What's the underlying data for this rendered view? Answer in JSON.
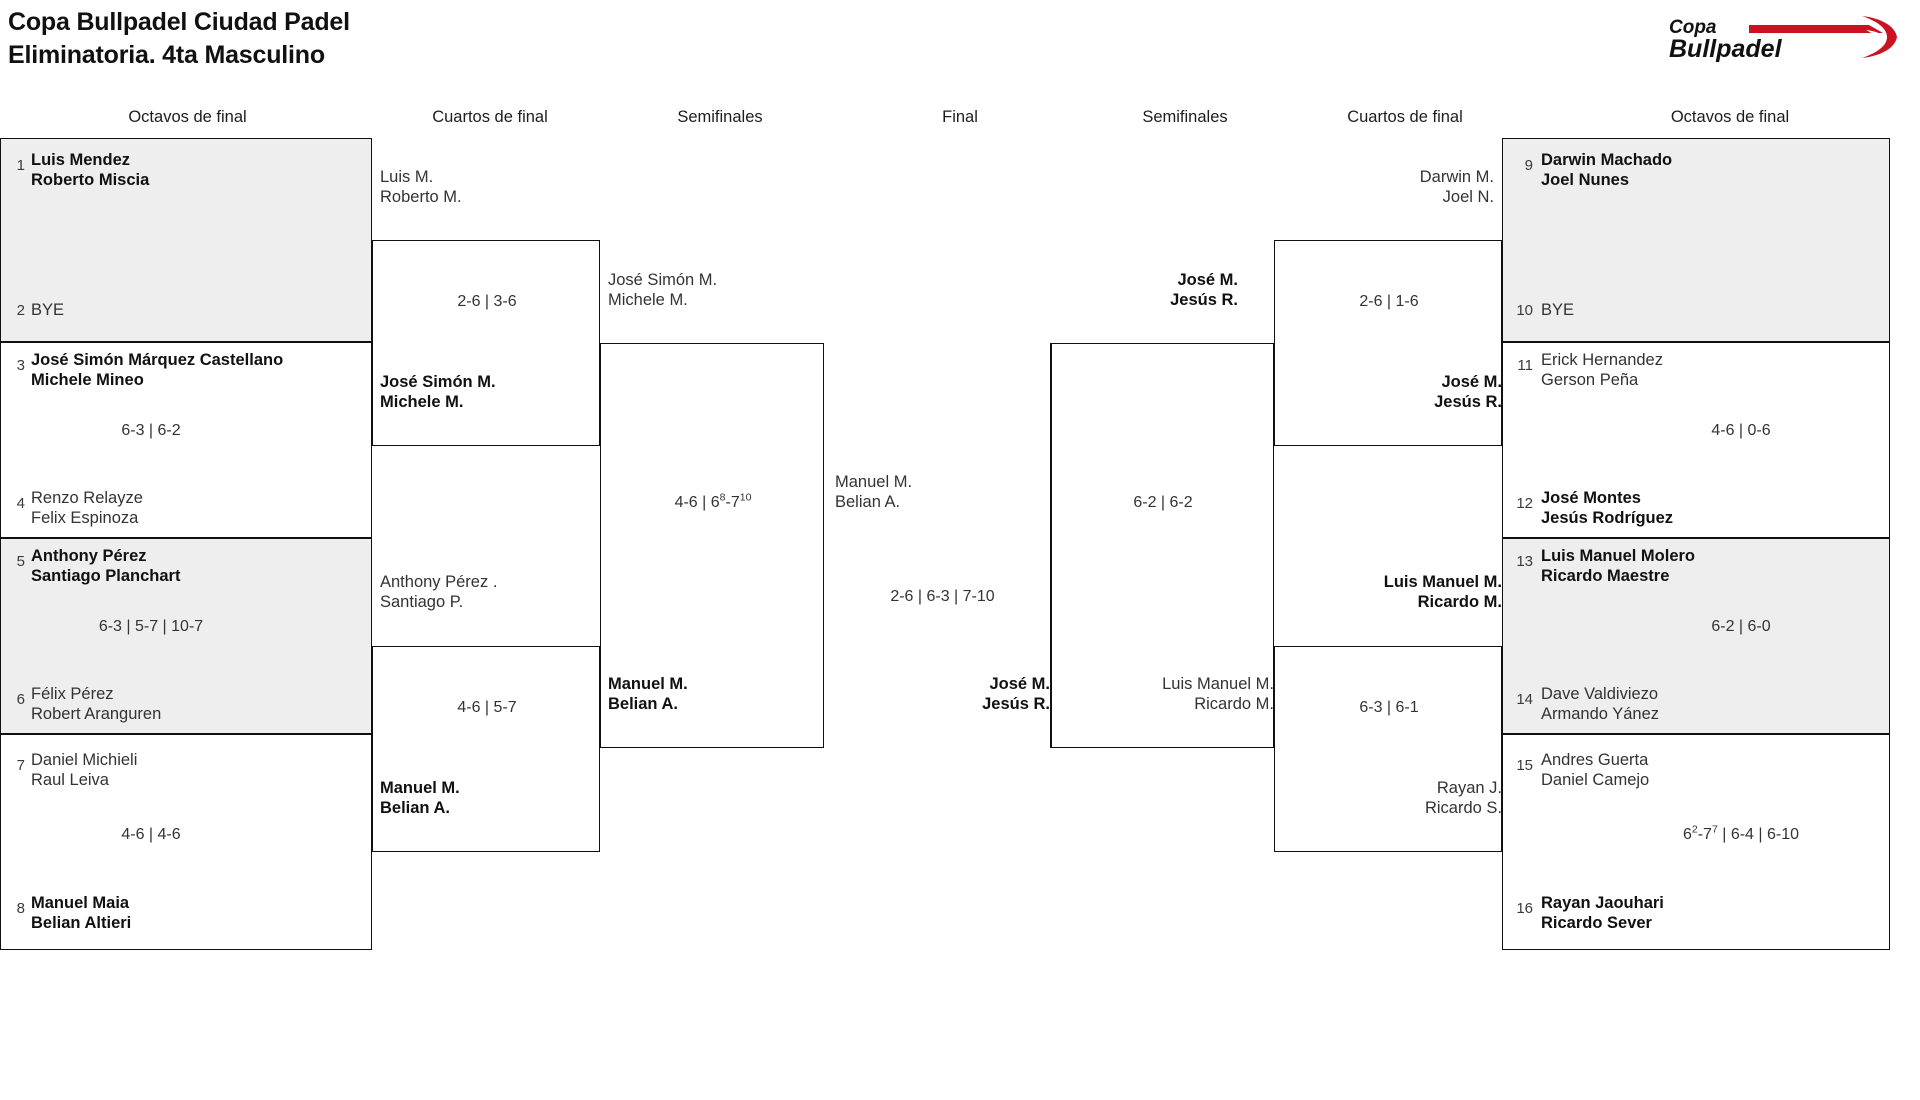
{
  "header": {
    "title_line1": "Copa Bullpadel Ciudad Padel",
    "title_line2": "Eliminatoria. 4ta Masculino",
    "logo_top": "Copa",
    "logo_bottom": "Bullpadel"
  },
  "round_headers": {
    "left_r16": "Octavos de final",
    "left_qf": "Cuartos de final",
    "left_sf": "Semifinales",
    "final": "Final",
    "right_sf": "Semifinales",
    "right_qf": "Cuartos de final",
    "right_r16": "Octavos de final"
  },
  "left": {
    "r16": [
      {
        "seed": "1",
        "p1": "Luis Mendez",
        "p2": "Roberto Miscia",
        "bold": true
      },
      {
        "seed": "2",
        "p1": "BYE",
        "p2": "",
        "bold": false
      },
      {
        "seed": "3",
        "p1": "José Simón Márquez Castellano",
        "p2": "Michele Mineo",
        "bold": true
      },
      {
        "seed": "4",
        "p1": "Renzo Relayze",
        "p2": "Felix Espinoza",
        "bold": false
      },
      {
        "seed": "5",
        "p1": "Anthony Pérez",
        "p2": "Santiago Planchart",
        "bold": true
      },
      {
        "seed": "6",
        "p1": "Félix Pérez",
        "p2": "Robert Aranguren",
        "bold": false
      },
      {
        "seed": "7",
        "p1": "Daniel Michieli",
        "p2": "Raul Leiva",
        "bold": false
      },
      {
        "seed": "8",
        "p1": "Manuel Maia",
        "p2": "Belian Altieri",
        "bold": true
      }
    ],
    "r16_scores": [
      "",
      "6-3 | 6-2",
      "6-3 | 5-7 | 10-7",
      "4-6 | 4-6"
    ],
    "qf": [
      {
        "p1": "Luis M.",
        "p2": "Roberto M.",
        "bold": false
      },
      {
        "p1": "José Simón M.",
        "p2": "Michele M.",
        "bold": true
      },
      {
        "p1": "Anthony Pérez .",
        "p2": "Santiago P.",
        "bold": false
      },
      {
        "p1": "Manuel M.",
        "p2": "Belian A.",
        "bold": true
      }
    ],
    "qf_scores": [
      "2-6 | 3-6",
      "4-6 | 5-7"
    ],
    "sf": [
      {
        "p1": "José Simón M.",
        "p2": "Michele M.",
        "bold": false
      },
      {
        "p1": "Manuel M.",
        "p2": "Belian A.",
        "bold": true
      }
    ],
    "sf_score": "4-6 | 6⁸-7¹⁰",
    "sf_score_parts": {
      "pre": "4-6 | 6",
      "sup1": "8",
      "mid": "-7",
      "sup2": "10"
    }
  },
  "final": {
    "top": {
      "p1": "Manuel M.",
      "p2": "Belian A.",
      "bold": false
    },
    "bottom": {
      "p1": "José M.",
      "p2": "Jesús R.",
      "bold": true
    },
    "score": "2-6 | 6-3 | 7-10"
  },
  "right": {
    "r16": [
      {
        "seed": "9",
        "p1": "Darwin Machado",
        "p2": "Joel Nunes",
        "bold": true
      },
      {
        "seed": "10",
        "p1": "BYE",
        "p2": "",
        "bold": false
      },
      {
        "seed": "11",
        "p1": "Erick Hernandez",
        "p2": "Gerson Peña",
        "bold": false
      },
      {
        "seed": "12",
        "p1": "José Montes",
        "p2": "Jesús Rodríguez",
        "bold": true
      },
      {
        "seed": "13",
        "p1": "Luis Manuel Molero",
        "p2": "Ricardo Maestre",
        "bold": true
      },
      {
        "seed": "14",
        "p1": "Dave Valdiviezo",
        "p2": "Armando Yánez",
        "bold": false
      },
      {
        "seed": "15",
        "p1": "Andres Guerta",
        "p2": "Daniel Camejo",
        "bold": false
      },
      {
        "seed": "16",
        "p1": "Rayan Jaouhari",
        "p2": "Ricardo Sever",
        "bold": true
      }
    ],
    "r16_scores": [
      "",
      "4-6 | 0-6",
      "6-2 | 6-0",
      "6²-7⁷ | 6-4 | 6-10"
    ],
    "r16_score4_parts": {
      "pre": "6",
      "sup1": "2",
      "mid": "-7",
      "sup2": "7",
      "post": " | 6-4 | 6-10"
    },
    "qf": [
      {
        "p1": "Darwin M.",
        "p2": "Joel N.",
        "bold": false
      },
      {
        "p1": "José M.",
        "p2": "Jesús R.",
        "bold": true
      },
      {
        "p1": "Luis Manuel M.",
        "p2": "Ricardo M.",
        "bold": true
      },
      {
        "p1": "Rayan J.",
        "p2": "Ricardo S.",
        "bold": false
      }
    ],
    "qf_scores": [
      "2-6 | 1-6",
      "6-3 | 6-1"
    ],
    "sf": [
      {
        "p1": "José M.",
        "p2": "Jesús R.",
        "bold": true
      },
      {
        "p1": "Luis Manuel M.",
        "p2": "Ricardo M.",
        "bold": false
      }
    ],
    "sf_score": "6-2 | 6-2"
  }
}
